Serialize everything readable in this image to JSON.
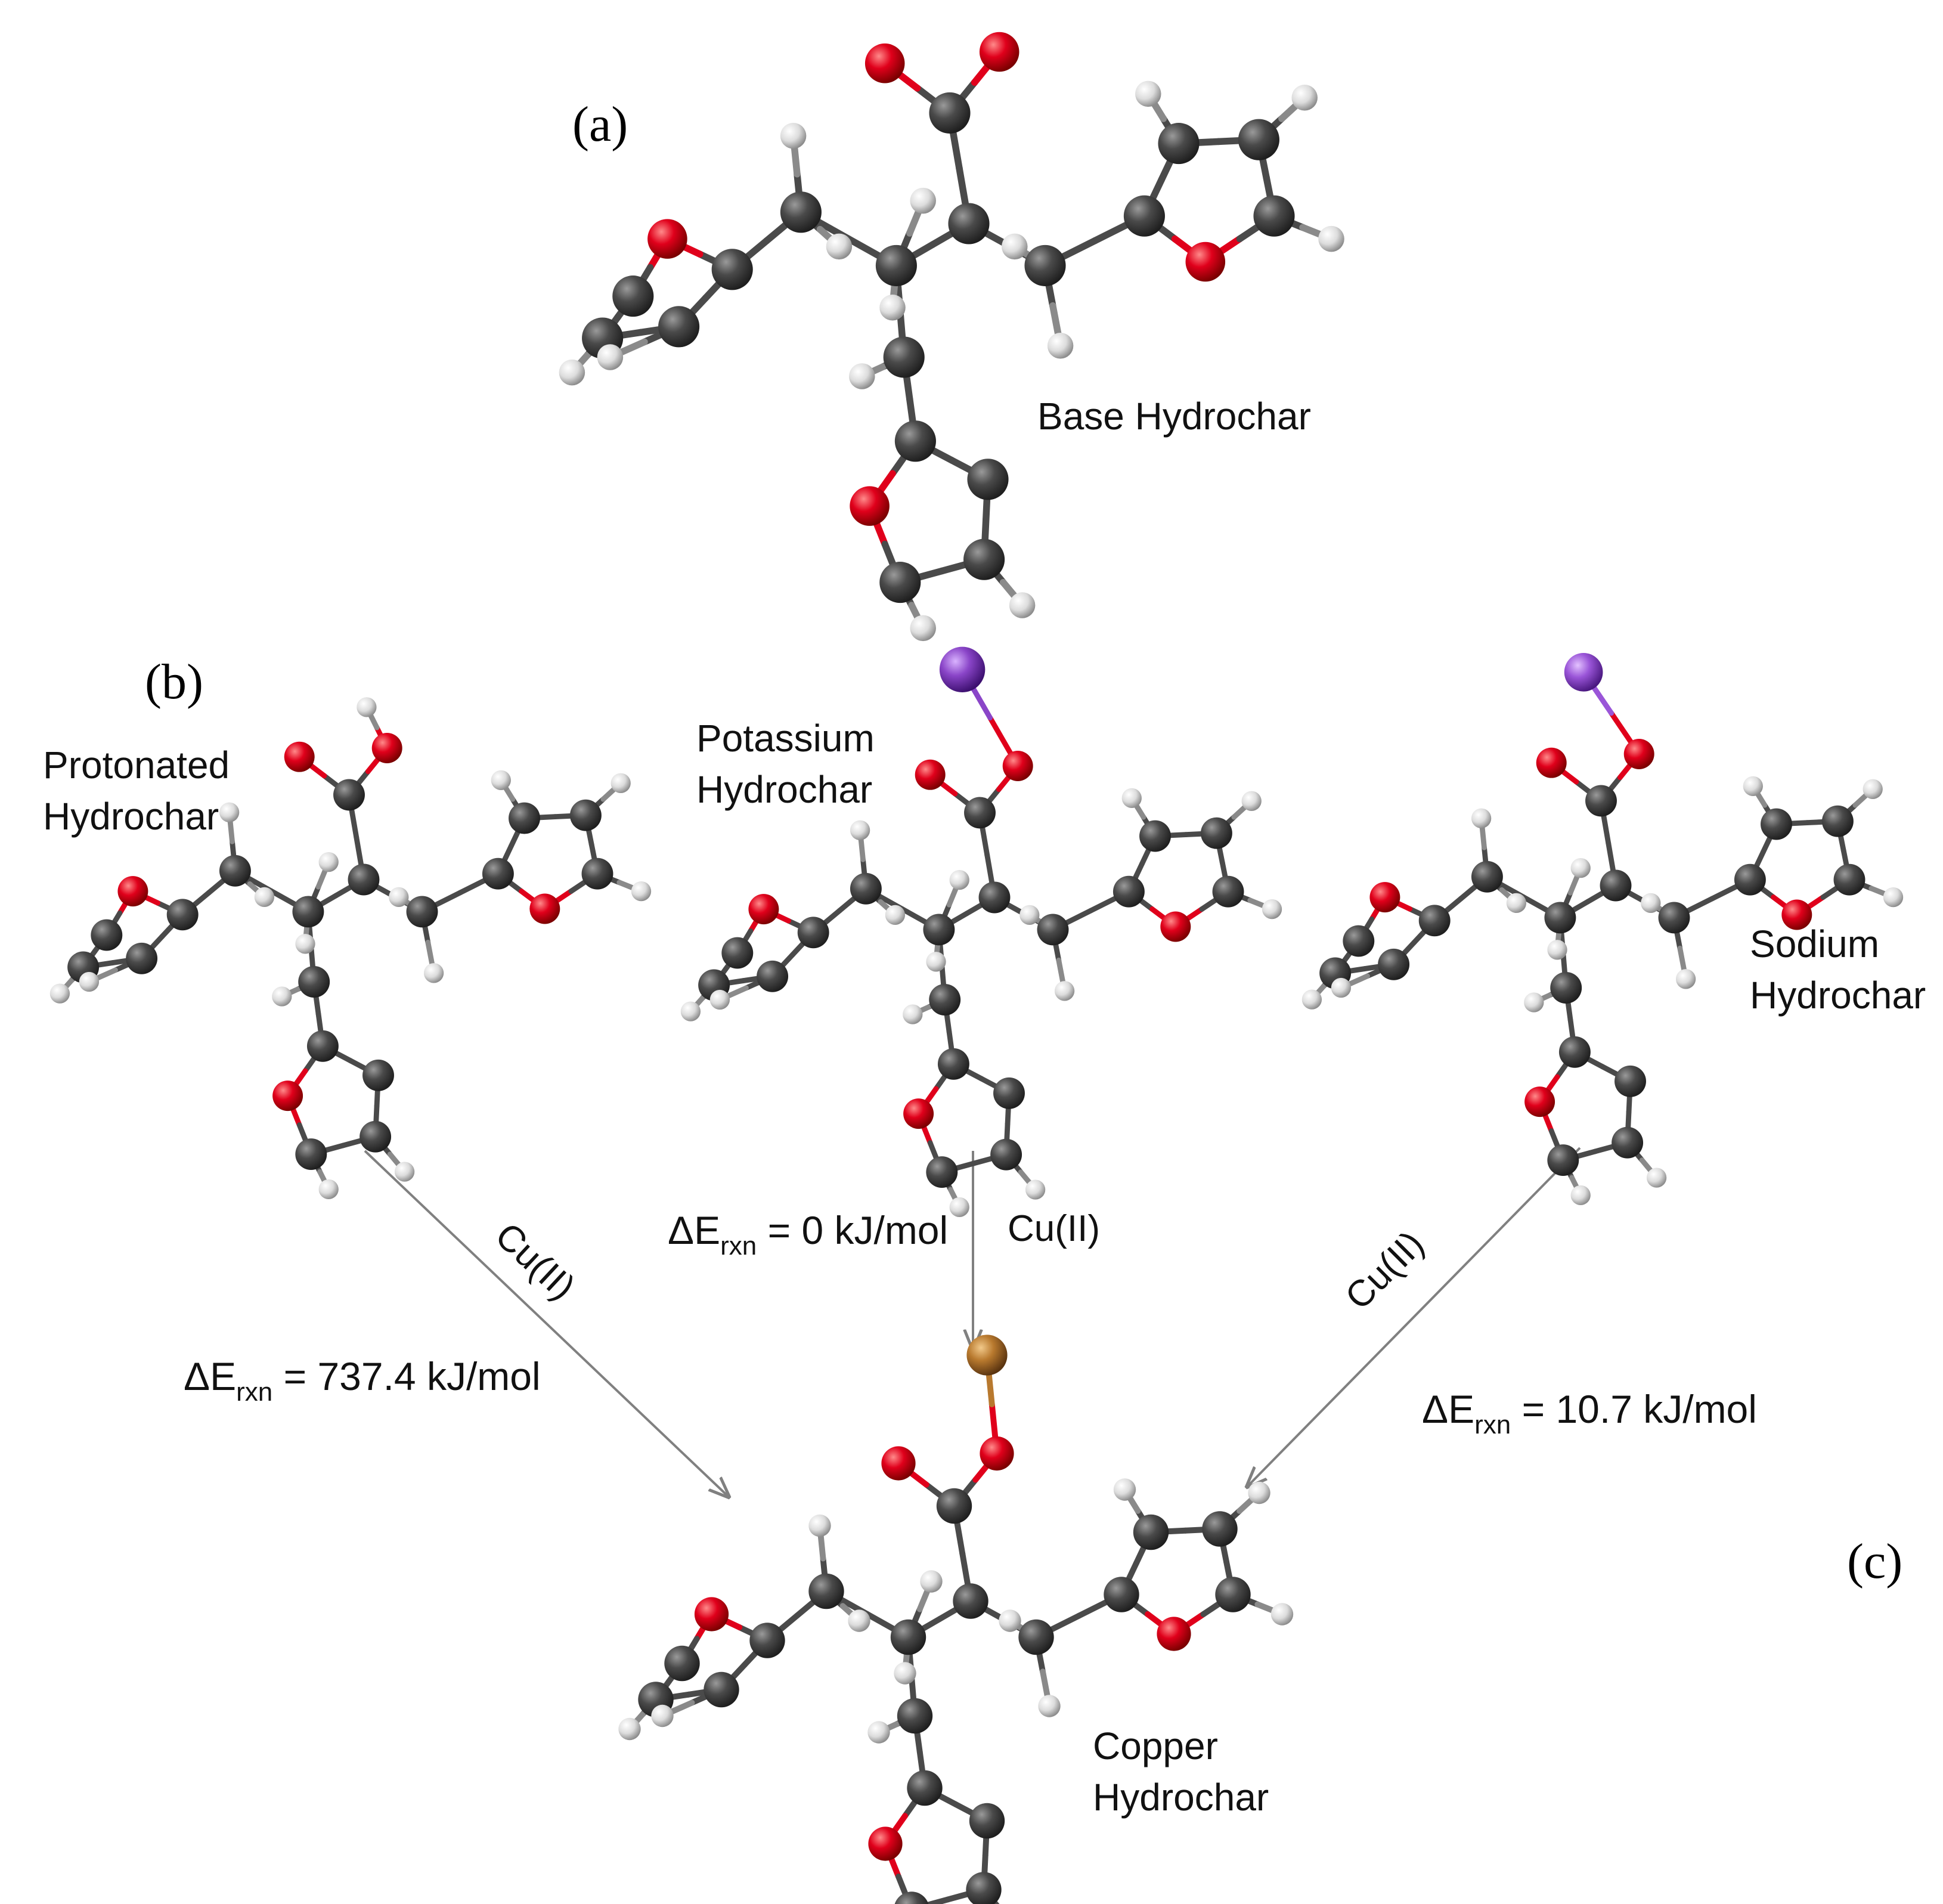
{
  "panels": {
    "a": "(a)",
    "b": "(b)",
    "c": "(c)"
  },
  "molecules": {
    "base": {
      "label": [
        "Base Hydrochar"
      ],
      "metal": null
    },
    "protonated": {
      "label": [
        "Protonated",
        "Hydrochar"
      ],
      "metal": null
    },
    "potassium": {
      "label": [
        "Potassium",
        "Hydrochar"
      ],
      "metal": "#8a45c8"
    },
    "sodium": {
      "label": [
        "Sodium",
        "Hydrochar"
      ],
      "metal": "#9a55d8"
    },
    "copper": {
      "label": [
        "Copper",
        "Hydrochar"
      ],
      "metal": "#b8792e"
    }
  },
  "reactions": {
    "protonated": {
      "reagent": "Cu(II)",
      "energy_prefix": "ΔE",
      "energy_sub": "rxn",
      "energy_value": " = 737.4 kJ/mol"
    },
    "potassium": {
      "reagent": "Cu(II)",
      "energy_prefix": "ΔE",
      "energy_sub": "rxn",
      "energy_value": " = 0 kJ/mol"
    },
    "sodium": {
      "reagent": "Cu(II)",
      "energy_prefix": "ΔE",
      "energy_sub": "rxn",
      "energy_value": " = 10.7 kJ/mol"
    }
  },
  "colors": {
    "carbon": "#4a4a4a",
    "oxygen": "#e0001b",
    "hydrogen": "#e8e8e8",
    "arrow": "#808080"
  }
}
